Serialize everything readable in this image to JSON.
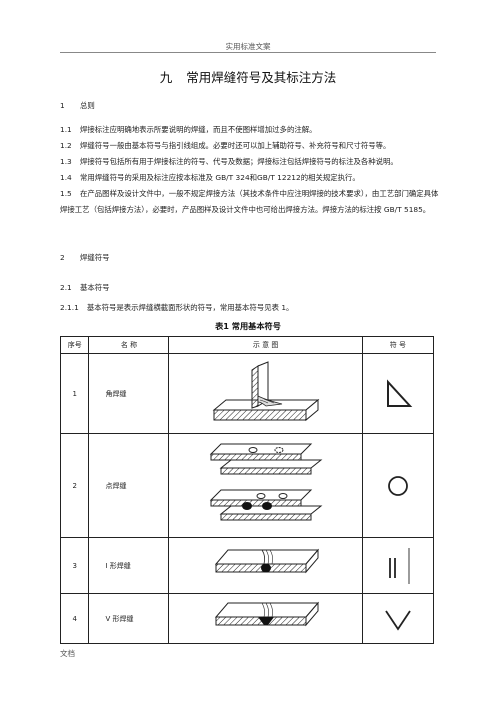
{
  "header_note": "实用标准文案",
  "title": {
    "number": "九",
    "text": "常用焊缝符号及其标注方法"
  },
  "paragraphs": [
    {
      "id": "s1",
      "num": "1",
      "text": "总则"
    },
    {
      "id": "s1_1",
      "num": "1.1",
      "text": "焊接标注应明确地表示所要说明的焊缝，而且不使图样增加过多的注解。"
    },
    {
      "id": "s1_2",
      "num": "1.2",
      "text": "焊缝符号一般由基本符号与指引线组成。必要时还可以加上辅助符号、补充符号和尺寸符号等。"
    },
    {
      "id": "s1_3",
      "num": "1.3",
      "text": "焊接符号包括所有用于焊接标注的符号、代号及数据；焊接标注包括焊接符号的标注及各种说明。"
    },
    {
      "id": "s1_4",
      "num": "1.4",
      "text": "常用焊缝符号的采用及标注应按本标准及 GB/T 324和GB/T 12212的相关规定执行。"
    },
    {
      "id": "s1_5",
      "num": "1.5",
      "text": "在产品图样及设计文件中，一般不规定焊接方法（其技术条件中应注明焊接的技术要求），由工艺部门确定具体焊接工艺（包括焊接方法），必要时，产品图样及设计文件中也可给出焊接方法。焊接方法的标注按 GB/T 5185。"
    },
    {
      "id": "s2",
      "num": "2",
      "text": "焊缝符号"
    },
    {
      "id": "s2_1",
      "num": "2.1",
      "text": "基本符号"
    },
    {
      "id": "s2_1_1",
      "num": "2.1.1",
      "text": "基本符号是表示焊缝横截面形状的符号，常用基本符号见表 1。"
    }
  ],
  "table": {
    "title": "表1  常用基本符号",
    "headers": [
      "序号",
      "名  称",
      "示  意  图",
      "符  号"
    ],
    "rows": [
      {
        "no": "1",
        "name": "角焊缝",
        "symbol": "fillet-weld-symbol"
      },
      {
        "no": "2",
        "name": "点焊缝",
        "symbol": "spot-weld-symbol"
      },
      {
        "no": "3",
        "name": "I 形焊缝",
        "symbol": "square-butt-weld-symbol"
      },
      {
        "no": "4",
        "name": "V 形焊缝",
        "symbol": "v-butt-weld-symbol"
      }
    ]
  },
  "footer_note": "文档"
}
